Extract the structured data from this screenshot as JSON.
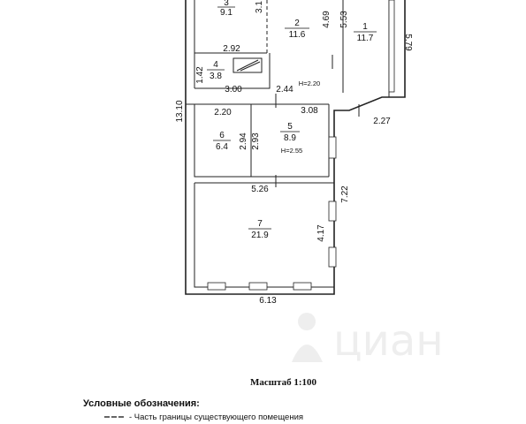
{
  "rooms": [
    {
      "number": "3",
      "area": "9.1"
    },
    {
      "number": "2",
      "area": "11.6"
    },
    {
      "number": "1",
      "area": "11.7"
    },
    {
      "number": "4",
      "area": "3.8"
    },
    {
      "number": "6",
      "area": "6.4"
    },
    {
      "number": "5",
      "area": "8.9"
    },
    {
      "number": "7",
      "area": "21.9"
    }
  ],
  "dimensions": {
    "d_3_1": "3.1",
    "d_4_69": "4.69",
    "d_5_53": "5.53",
    "d_5_79": "5.79",
    "d_2_92": "2.92",
    "d_1_42": "1.42",
    "d_3_00": "3.00",
    "d_2_44": "2.44",
    "d_13_10": "13.10",
    "d_2_20": "2.20",
    "d_3_08": "3.08",
    "d_2_27": "2.27",
    "d_2_94": "2.94",
    "d_2_93": "2.93",
    "d_5_26": "5.26",
    "d_7_22": "7.22",
    "d_4_17": "4.17",
    "d_6_13": "6.13"
  },
  "heights": {
    "h_2_20": "H=2.20",
    "h_2_55": "H=2.55"
  },
  "scale_label": "Масштаб 1:100",
  "legend": {
    "title": "Условные обозначения:",
    "items": [
      "- Часть границы существующего помещения"
    ]
  },
  "watermark_text": "циан"
}
